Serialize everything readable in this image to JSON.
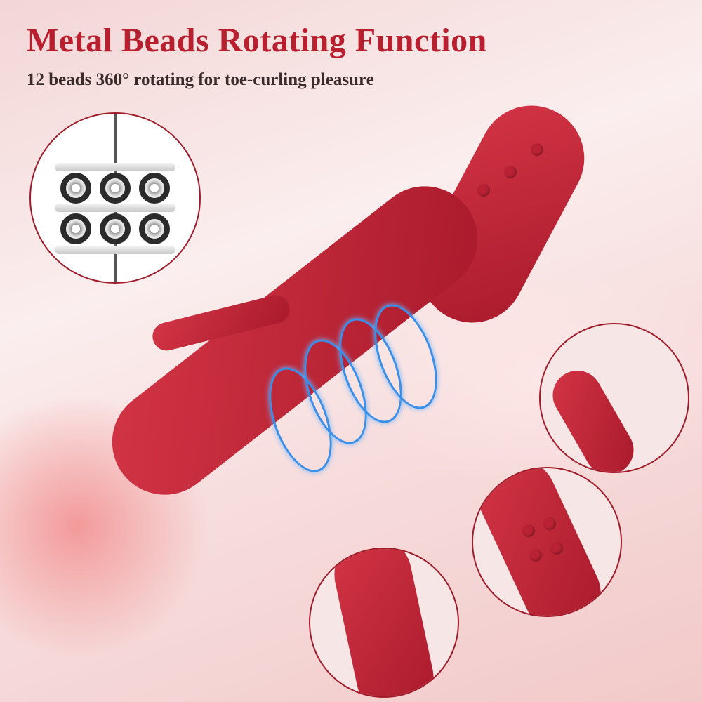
{
  "header": {
    "title": "Metal Beads Rotating Function",
    "subtitle": "12 beads 360° rotating for toe-curling pleasure"
  },
  "colors": {
    "title": "#b8202f",
    "subtitle": "#3a2a2a",
    "product": "#c42a3b",
    "inset_border": "#a01c2a",
    "rotation_rings": "#3a8fe8"
  },
  "insets": [
    {
      "id": "metal-beads-detail",
      "content": "two rows of metal beads on a central rod"
    },
    {
      "id": "detail-tip"
    },
    {
      "id": "detail-bead-section"
    },
    {
      "id": "detail-ribbed-section"
    }
  ]
}
